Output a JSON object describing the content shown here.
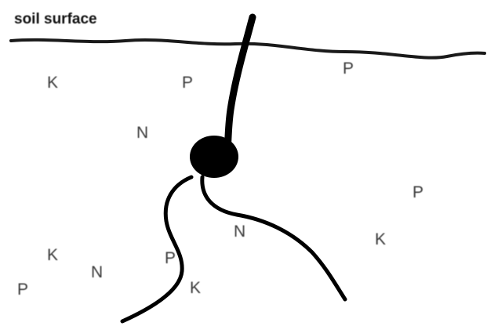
{
  "title": "soil surface",
  "nutrients": [
    "K",
    "P",
    "P",
    "N",
    "P",
    "K",
    "K",
    "N",
    "P",
    "P",
    "K",
    "N"
  ],
  "colors": {
    "background": "#ffffff",
    "ink": "#000000",
    "label_text": "#3a3a3a"
  }
}
